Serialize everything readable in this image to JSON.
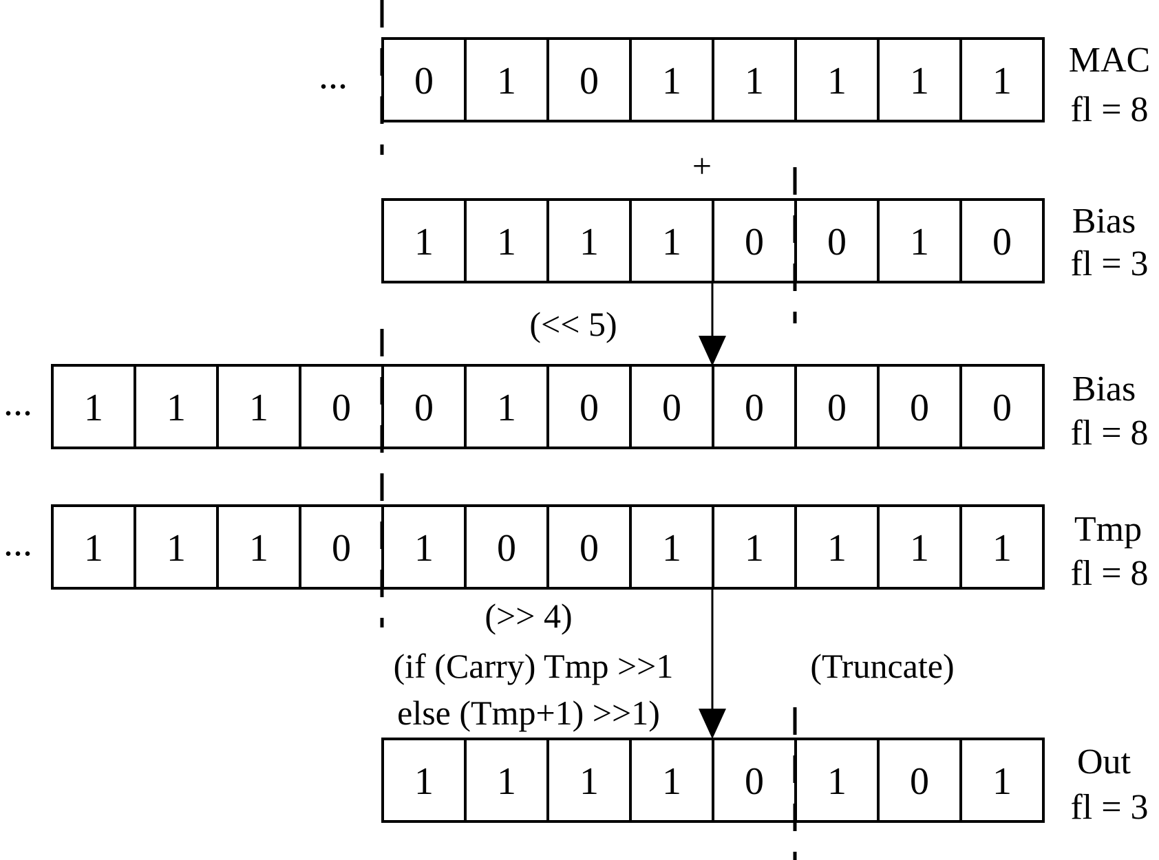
{
  "registers": [
    {
      "id": "mac",
      "bits": [
        "0",
        "1",
        "0",
        "1",
        "1",
        "1",
        "1",
        "1"
      ],
      "label": "MAC",
      "fl": "fl = 8",
      "ellipsis": "..."
    },
    {
      "id": "bias3",
      "bits": [
        "1",
        "1",
        "1",
        "1",
        "0",
        "0",
        "1",
        "0"
      ],
      "label": "Bias",
      "fl": "fl = 3",
      "ellipsis": ""
    },
    {
      "id": "bias8",
      "bits": [
        "1",
        "1",
        "1",
        "0",
        "0",
        "1",
        "0",
        "0",
        "0",
        "0",
        "0",
        "0"
      ],
      "label": "Bias",
      "fl": "fl = 8",
      "ellipsis": "..."
    },
    {
      "id": "tmp",
      "bits": [
        "1",
        "1",
        "1",
        "0",
        "1",
        "0",
        "0",
        "1",
        "1",
        "1",
        "1",
        "1"
      ],
      "label": "Tmp",
      "fl": "fl = 8",
      "ellipsis": "..."
    },
    {
      "id": "out",
      "bits": [
        "1",
        "1",
        "1",
        "1",
        "0",
        "1",
        "0",
        "1"
      ],
      "label": "Out",
      "fl": "fl = 3",
      "ellipsis": ""
    }
  ],
  "annotations": {
    "plus": "+",
    "shift_left": "(<< 5)",
    "shift_right": "(>> 4)",
    "rounding_line1": "(if (Carry) Tmp >>1",
    "rounding_line2": "else (Tmp+1) >>1)",
    "truncate": "(Truncate)"
  }
}
